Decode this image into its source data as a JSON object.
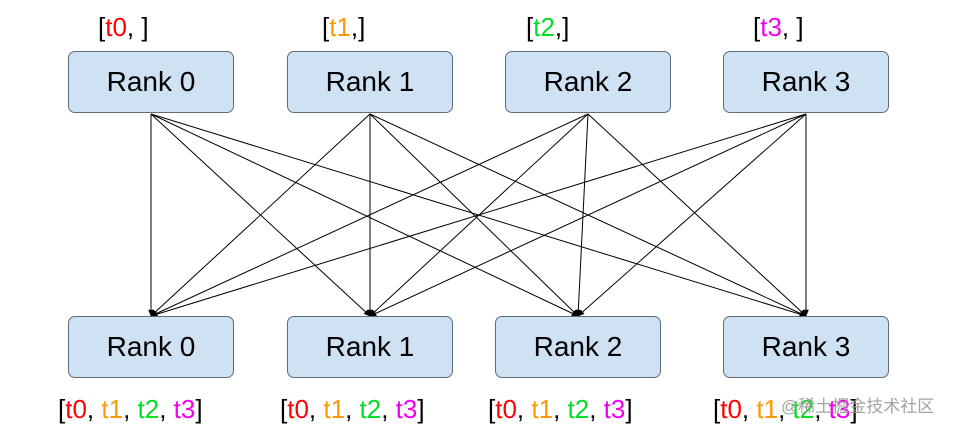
{
  "colors": {
    "t0": "#ff0000",
    "t1": "#ff9900",
    "t2": "#00dd22",
    "t3": "#ee00ee",
    "bracket": "#000000",
    "node_fill": "#cfe2f3",
    "edge": "#000000"
  },
  "top_nodes": [
    {
      "label": "Rank 0",
      "data": {
        "open": "[",
        "item": "t0",
        "close": ", ]"
      }
    },
    {
      "label": "Rank 1",
      "data": {
        "open": "[",
        "item": "t1",
        "close": ",]"
      }
    },
    {
      "label": "Rank 2",
      "data": {
        "open": "[",
        "item": "t2",
        "close": ",]"
      }
    },
    {
      "label": "Rank 3",
      "data": {
        "open": "[",
        "item": "t3",
        "close": ", ]"
      }
    }
  ],
  "bottom_nodes": [
    {
      "label": "Rank 0"
    },
    {
      "label": "Rank 1"
    },
    {
      "label": "Rank 2"
    },
    {
      "label": "Rank 3"
    }
  ],
  "gathered": {
    "open": "[",
    "items": [
      "t0",
      "t1",
      "t2",
      "t3"
    ],
    "separator": ", ",
    "close": "]"
  },
  "watermark": "@稀土掘金技术社区"
}
